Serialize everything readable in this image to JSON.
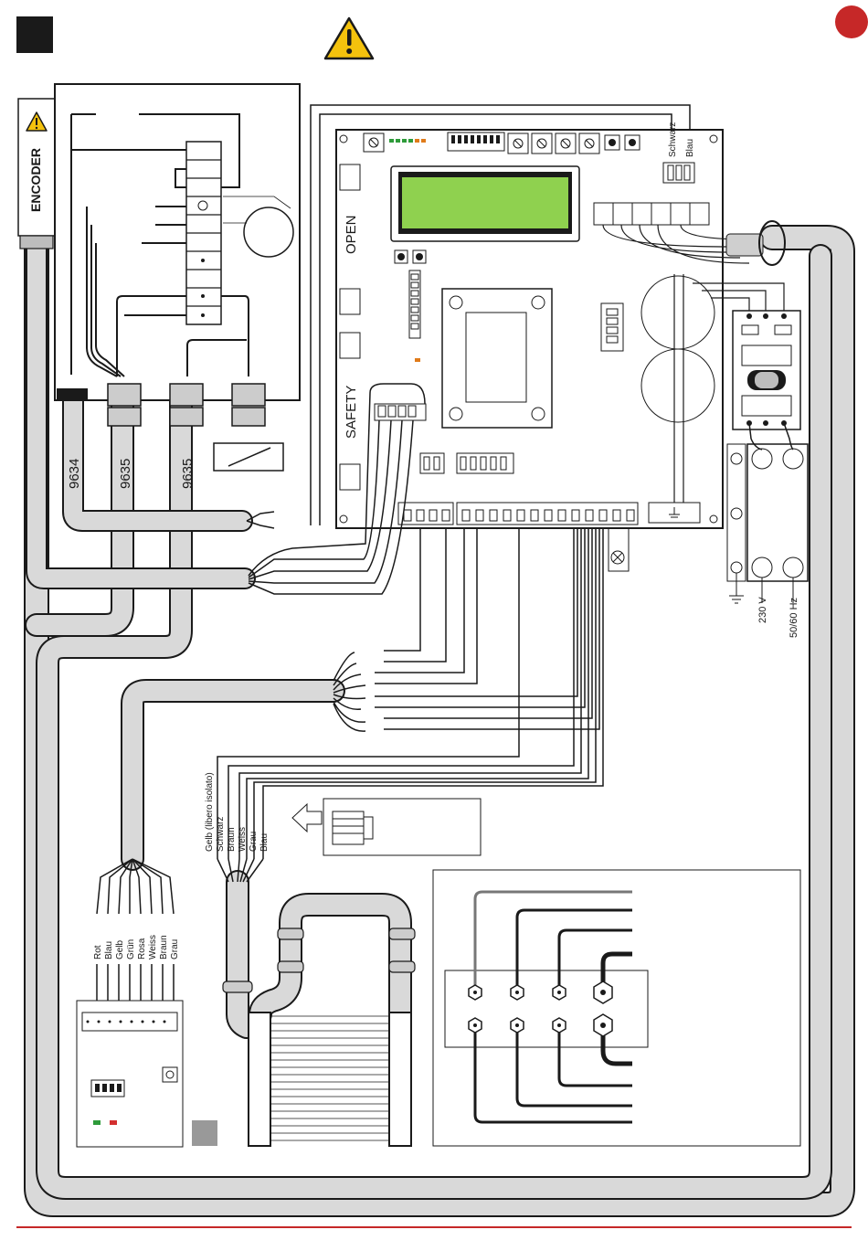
{
  "colors": {
    "cable_fill": "#d9d9d9",
    "wire": "#1a1a1a",
    "lcd": "#8fd14f",
    "warning": "#f4c20d",
    "accent": "#c62828",
    "led_green": "#2e9b3a",
    "led_red": "#d32f2f",
    "led_orange": "#e07b1a"
  },
  "icons": {
    "page_marker": "black-square",
    "warning": "warning-triangle-icon",
    "corner": "red-dot-icon"
  },
  "encoder": {
    "label": "ENCODER"
  },
  "cables": {
    "c1": "9634",
    "c2": "9635",
    "c3": "9635"
  },
  "board_labels": {
    "open": "OPEN",
    "safety": "SAFETY"
  },
  "switch_wires": {
    "schwarz": "Schwarz",
    "blau": "Blau"
  },
  "power": {
    "voltage": "230 V",
    "frequency": "50/60 Hz"
  },
  "wire_colors_1": [
    "Rot",
    "Blau",
    "Gelb",
    "Grün",
    "Rosa",
    "Weiss",
    "Braun",
    "Grau"
  ],
  "wire_colors_2": [
    "Gelb (libero isolato)",
    "Schwarz",
    "Braun",
    "Weiss",
    "Grau",
    "Blau"
  ]
}
